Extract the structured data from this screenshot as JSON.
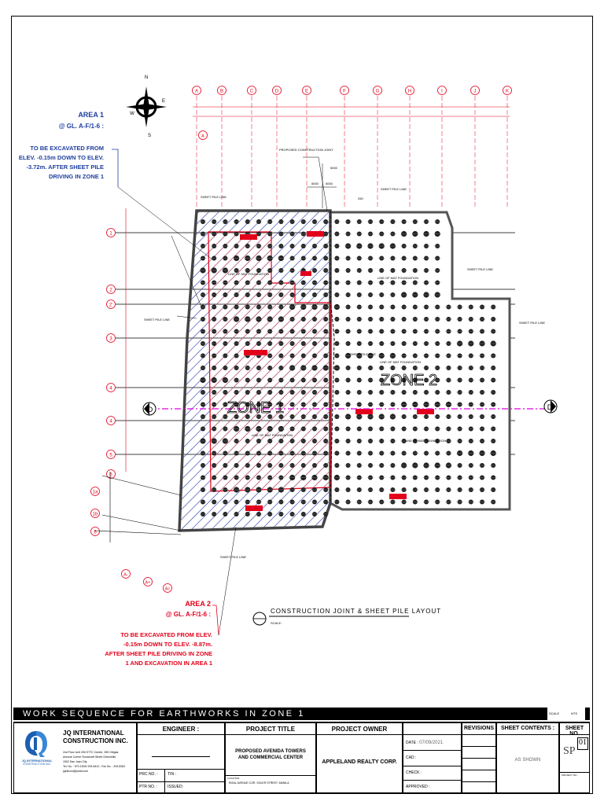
{
  "drawing": {
    "grid_columns": [
      "A",
      "B",
      "C",
      "D",
      "E",
      "F",
      "G",
      "H",
      "I",
      "J",
      "K"
    ],
    "grid_rows": [
      "1",
      "2",
      "2'",
      "3",
      "4",
      "4",
      "5",
      "6",
      "1a",
      "1b",
      "6"
    ],
    "sub_grid_labels": [
      "A-",
      "A+",
      "Ac",
      "A"
    ],
    "north_labels": [
      "N",
      "E",
      "W",
      "S"
    ],
    "section_marker": "D",
    "zone1_label": "ZONE 1",
    "zone2_label": "ZONE 2",
    "proposed_joint_label": "PROPOSED CONSTRUCTION JOINT",
    "sheet_pile_line_label": "SHEET PILE LINE",
    "mat_foundation_label": "LINE OF MAT FOUNDATION",
    "dims": [
      "5000",
      "5000",
      "5000",
      "250"
    ],
    "layout_title": "CONSTRUCTION JOINT & SHEET PILE LAYOUT",
    "layout_scale": "SCALE :"
  },
  "area1": {
    "title": "AREA 1",
    "grid_ref": "@ GL. A-F/1-6 :",
    "description_lines": [
      "TO BE EXCAVATED FROM",
      "ELEV. -0.15m DOWN TO ELEV.",
      "-3.72m. AFTER SHEET PILE",
      "DRIVING IN ZONE 1"
    ]
  },
  "area2": {
    "title": "AREA 2",
    "grid_ref": "@ GL. A-F/1-6 :",
    "description_lines": [
      "TO BE EXCAVATED FROM ELEV.",
      "-0.15m DOWN TO ELEV. -8.87m.",
      "AFTER SHEET PILE DRIVING IN ZONE",
      "1 AND EXCAVATION IN AREA 1"
    ]
  },
  "sequence_bar": {
    "title": "WORK SEQUENCE FOR EARTHWORKS IN ZONE 1",
    "scale_label": "SCALE",
    "scale_value": "NTS"
  },
  "title_block": {
    "company_name": "JQ INTERNATIONAL CONSTRUCTION INC.",
    "company_logo_text": "JQ INTERNATIONAL",
    "company_logo_sub": "CONSTRUCTION INC.",
    "company_address_lines": [
      "2nd Floor Unit 206 STTC Centre, 259 Ortigas",
      "Avenue Corner Roosevelt Street Greenhills",
      "1502 San Juan City",
      "Tel. No. : 570-1539/ 209-8412 ; Fax No. : 209-8262",
      "jqintlcon@ymail.com"
    ],
    "engineer_header": "ENGINEER :",
    "prc_label": "PRC NO. :",
    "tin_label": "TIN :",
    "ptr_label": "PTR NO. :",
    "issued_label": "ISSUED:",
    "project_title_header": "PROJECT TITLE",
    "project_title": "PROPOSED AVENIDA TOWERS AND COMMERCIAL CENTER",
    "location_label": "LOCATION:",
    "location": "RIZAL AVENUE COR. SOLER STREET, MANILA",
    "project_owner_header": "PROJECT OWNER",
    "project_owner": "APPLELAND REALTY CORP.",
    "date_label": "DATE :",
    "date_value": "07/09/2021",
    "cad_label": "CAD :",
    "check_label": "CHECK :",
    "approved_label": "APPROVED :",
    "revisions_header": "REVISIONS",
    "sheet_contents_header": "SHEET CONTENTS :",
    "scale_value": "AS SHOWN",
    "sheet_no_header": "SHEET NO.",
    "sheet_code": "SP",
    "sheet_number": "01",
    "project_no_label": "PROJECT NO. :"
  },
  "colors": {
    "red": "#e3001b",
    "blue": "#1f3f9f",
    "magenta": "#e000e0",
    "hatch_red": "#e8606a",
    "hatch_blue": "#3344aa"
  }
}
